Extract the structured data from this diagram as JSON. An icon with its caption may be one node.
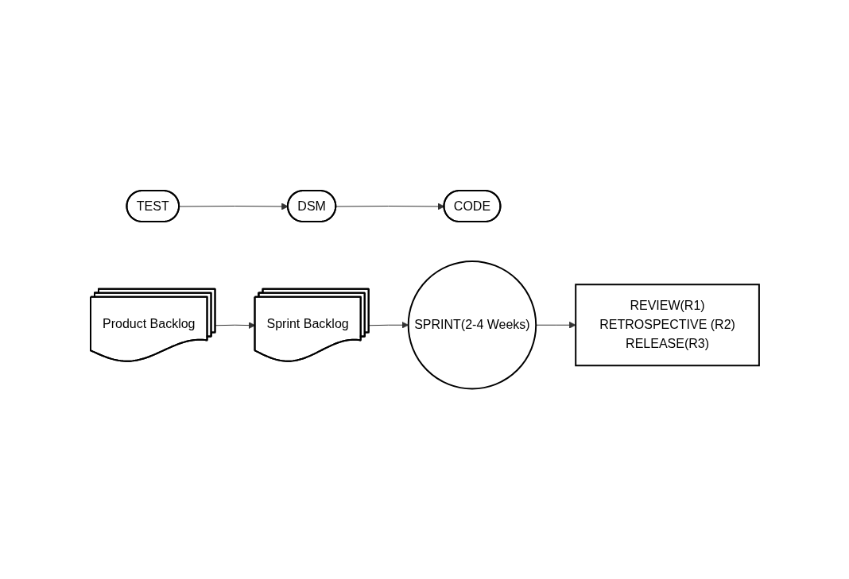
{
  "diagram": {
    "nodes": [
      {
        "text": [
          "Product Backlog"
        ]
      },
      {
        "text": [
          "Sprint Backlog"
        ]
      },
      {
        "text": [
          "CODE"
        ]
      },
      {
        "text": [
          "DSM"
        ]
      },
      {
        "text": [
          "SPRINT(2-4 Weeks)"
        ]
      },
      {
        "text": [
          "TEST"
        ]
      },
      {
        "text": [
          "REVIEW(R1)",
          "RETROSPECTIVE (R2)",
          "RELEASE(R3)"
        ]
      }
    ],
    "edges": [
      {
        "from": 0,
        "to": 1,
        "arrow": "to"
      },
      {
        "from": 1,
        "to": 4,
        "arrow": "to"
      },
      {
        "from": 4,
        "to": 6,
        "arrow": "to"
      },
      {
        "from": 5,
        "to": 3,
        "arrow": "to"
      },
      {
        "from": 3,
        "to": 2,
        "arrow": "to"
      }
    ]
  }
}
